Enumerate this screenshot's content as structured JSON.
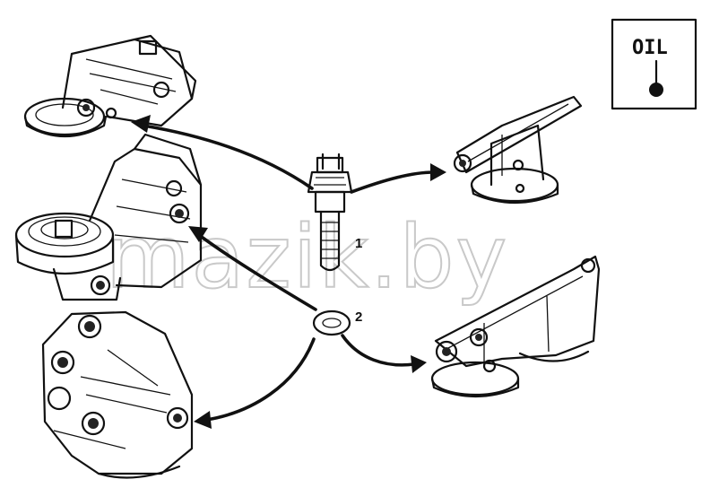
{
  "oil_icon": {
    "label": "OIL",
    "icon": "thermometer-icon"
  },
  "callouts": {
    "sensor": "1",
    "washer": "2"
  },
  "watermark": "mazik.by"
}
